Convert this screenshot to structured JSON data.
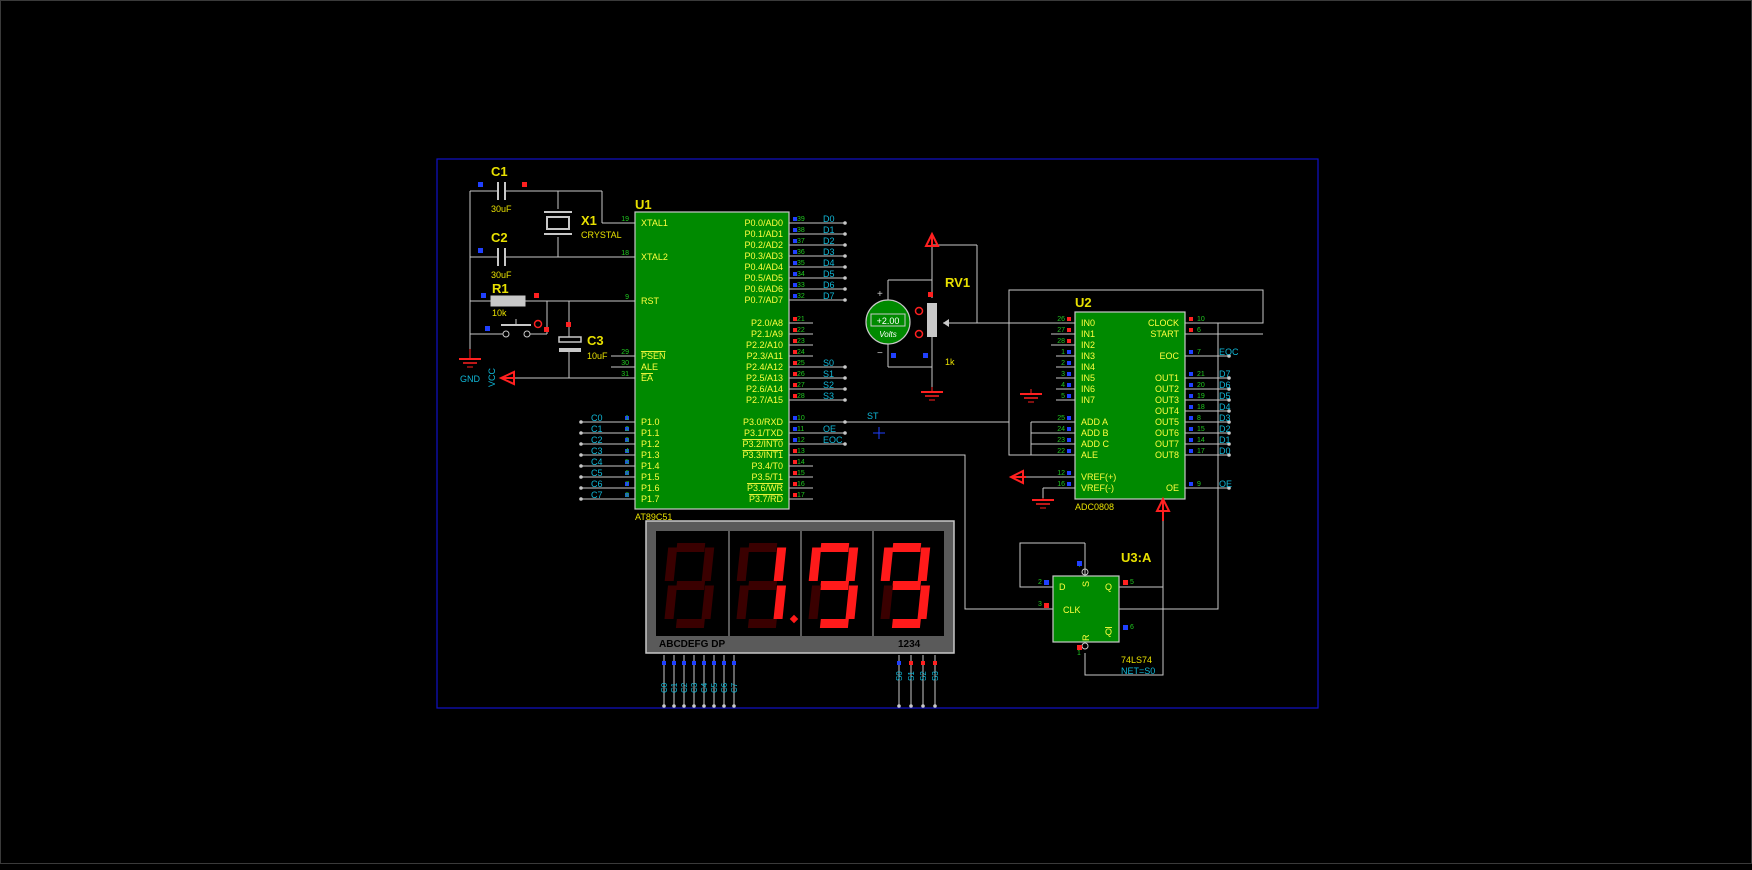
{
  "colors": {
    "background": "#000000",
    "sheet_border": "#1010c8",
    "wire": "#c8c8c8",
    "chip_fill": "#008a00",
    "chip_border": "#c8c8c8",
    "chip_text": "#ffff40",
    "ref_label": "#e8e000",
    "pin_number": "#20c820",
    "net_label": "#10b8d8",
    "pin_blue": "#2040ff",
    "pin_red": "#ff2020",
    "power_red": "#ff2020",
    "segment_on": "#ff1a1a",
    "segment_off": "#3a0000"
  },
  "components": {
    "c1": {
      "ref": "C1",
      "value": "30uF"
    },
    "c2": {
      "ref": "C2",
      "value": "30uF"
    },
    "x1": {
      "ref": "X1",
      "value": "CRYSTAL"
    },
    "r1": {
      "ref": "R1",
      "value": "10k"
    },
    "c3": {
      "ref": "C3",
      "value": "10uF"
    },
    "gnd": "GND",
    "vcc": "VCC",
    "rv1": {
      "ref": "RV1",
      "value": "1k"
    },
    "voltmeter": {
      "reading": "+2.00",
      "unit": "Volts",
      "plus": "+",
      "minus": "−"
    },
    "u1": {
      "ref": "U1",
      "part": "AT89C51",
      "left_pins": [
        {
          "num": "19",
          "name": "XTAL1"
        },
        {
          "num": "18",
          "name": "XTAL2"
        },
        {
          "num": "9",
          "name": "RST"
        },
        {
          "num": "29",
          "name": "PSEN"
        },
        {
          "num": "30",
          "name": "ALE"
        },
        {
          "num": "31",
          "name": "EA"
        },
        {
          "num": "1",
          "name": "P1.0",
          "net": "C0"
        },
        {
          "num": "2",
          "name": "P1.1",
          "net": "C1"
        },
        {
          "num": "3",
          "name": "P1.2",
          "net": "C2"
        },
        {
          "num": "4",
          "name": "P1.3",
          "net": "C3"
        },
        {
          "num": "5",
          "name": "P1.4",
          "net": "C4"
        },
        {
          "num": "6",
          "name": "P1.5",
          "net": "C5"
        },
        {
          "num": "7",
          "name": "P1.6",
          "net": "C6"
        },
        {
          "num": "8",
          "name": "P1.7",
          "net": "C7"
        }
      ],
      "right_pins": [
        {
          "num": "39",
          "name": "P0.0/AD0",
          "net": "D0"
        },
        {
          "num": "38",
          "name": "P0.1/AD1",
          "net": "D1"
        },
        {
          "num": "37",
          "name": "P0.2/AD2",
          "net": "D2"
        },
        {
          "num": "36",
          "name": "P0.3/AD3",
          "net": "D3"
        },
        {
          "num": "35",
          "name": "P0.4/AD4",
          "net": "D4"
        },
        {
          "num": "34",
          "name": "P0.5/AD5",
          "net": "D5"
        },
        {
          "num": "33",
          "name": "P0.6/AD6",
          "net": "D6"
        },
        {
          "num": "32",
          "name": "P0.7/AD7",
          "net": "D7"
        },
        {
          "num": "21",
          "name": "P2.0/A8",
          "net": ""
        },
        {
          "num": "22",
          "name": "P2.1/A9",
          "net": ""
        },
        {
          "num": "23",
          "name": "P2.2/A10",
          "net": ""
        },
        {
          "num": "24",
          "name": "P2.3/A11",
          "net": ""
        },
        {
          "num": "25",
          "name": "P2.4/A12",
          "net": "S0"
        },
        {
          "num": "26",
          "name": "P2.5/A13",
          "net": "S1"
        },
        {
          "num": "27",
          "name": "P2.6/A14",
          "net": "S2"
        },
        {
          "num": "28",
          "name": "P2.7/A15",
          "net": "S3"
        },
        {
          "num": "10",
          "name": "P3.0/RXD",
          "net": "ST"
        },
        {
          "num": "11",
          "name": "P3.1/TXD",
          "net": "OE"
        },
        {
          "num": "12",
          "name": "P3.2/INT0",
          "net": "EOC"
        },
        {
          "num": "13",
          "name": "P3.3/INT1",
          "net": ""
        },
        {
          "num": "14",
          "name": "P3.4/T0",
          "net": ""
        },
        {
          "num": "15",
          "name": "P3.5/T1",
          "net": ""
        },
        {
          "num": "16",
          "name": "P3.6/WR",
          "net": ""
        },
        {
          "num": "17",
          "name": "P3.7/RD",
          "net": ""
        }
      ]
    },
    "u2": {
      "ref": "U2",
      "part": "ADC0808",
      "left_pins": [
        {
          "num": "26",
          "name": "IN0"
        },
        {
          "num": "27",
          "name": "IN1"
        },
        {
          "num": "28",
          "name": "IN2"
        },
        {
          "num": "1",
          "name": "IN3"
        },
        {
          "num": "2",
          "name": "IN4"
        },
        {
          "num": "3",
          "name": "IN5"
        },
        {
          "num": "4",
          "name": "IN6"
        },
        {
          "num": "5",
          "name": "IN7"
        },
        {
          "num": "25",
          "name": "ADD A"
        },
        {
          "num": "24",
          "name": "ADD B"
        },
        {
          "num": "23",
          "name": "ADD C"
        },
        {
          "num": "22",
          "name": "ALE"
        },
        {
          "num": "12",
          "name": "VREF(+)"
        },
        {
          "num": "16",
          "name": "VREF(-)"
        }
      ],
      "right_pins": [
        {
          "num": "10",
          "name": "CLOCK",
          "net": ""
        },
        {
          "num": "6",
          "name": "START",
          "net": ""
        },
        {
          "num": "7",
          "name": "EOC",
          "net": "EOC"
        },
        {
          "num": "21",
          "name": "OUT1",
          "net": "D7"
        },
        {
          "num": "20",
          "name": "OUT2",
          "net": "D6"
        },
        {
          "num": "19",
          "name": "OUT3",
          "net": "D5"
        },
        {
          "num": "18",
          "name": "OUT4",
          "net": "D4"
        },
        {
          "num": "8",
          "name": "OUT5",
          "net": "D3"
        },
        {
          "num": "15",
          "name": "OUT6",
          "net": "D2"
        },
        {
          "num": "14",
          "name": "OUT7",
          "net": "D1"
        },
        {
          "num": "17",
          "name": "OUT8",
          "net": "D0"
        },
        {
          "num": "9",
          "name": "OE",
          "net": "OE"
        }
      ]
    },
    "u3": {
      "ref": "U3:A",
      "part": "74LS74",
      "net": "NET=S0",
      "pins": {
        "d": "D",
        "clk": "CLK",
        "q": "Q",
        "qbar": "Q",
        "s": "S",
        "r": "R"
      },
      "pin_nums": {
        "d": "2",
        "clk": "3",
        "q": "5",
        "qbar": "6",
        "s": "4",
        "r": "1"
      }
    },
    "display": {
      "digits": [
        "8",
        "1",
        "9",
        "9"
      ],
      "lit": [
        false,
        true,
        true,
        true
      ],
      "dp_index": 1,
      "seg_label": "ABCDEFG DP",
      "digit_label": "1234",
      "seg_nets": [
        "C0",
        "C1",
        "C2",
        "C3",
        "C4",
        "C5",
        "C6",
        "C7"
      ],
      "digit_nets": [
        "S0",
        "S1",
        "S2",
        "S3"
      ]
    }
  }
}
